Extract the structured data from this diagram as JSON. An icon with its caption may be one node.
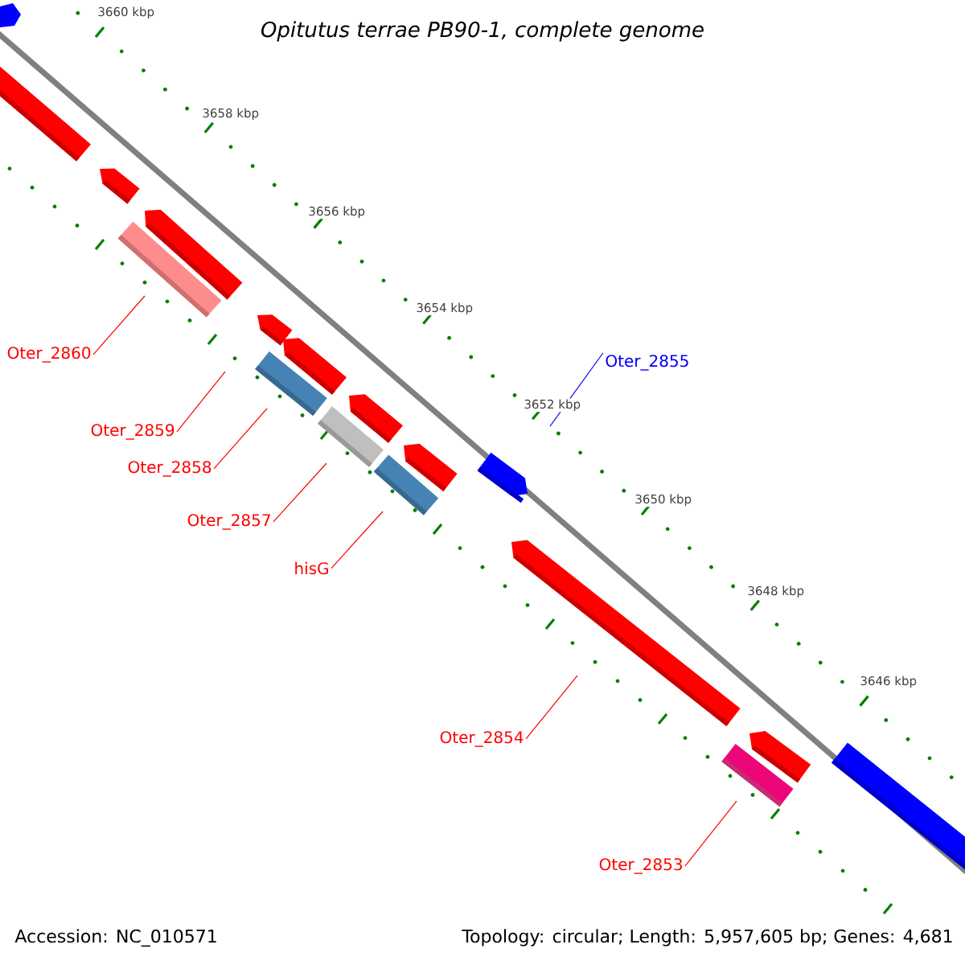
{
  "diagram": {
    "title": "Opitutus terrae PB90-1, complete genome",
    "nodes": [
      {
        "text": [
          "Oter_2860"
        ]
      },
      {
        "text": [
          "Oter_2855"
        ]
      },
      {
        "text": [
          "Oter_2859"
        ]
      },
      {
        "text": [
          "Oter_2858"
        ]
      },
      {
        "text": [
          "Oter_2857"
        ]
      },
      {
        "text": [
          "hisG"
        ]
      },
      {
        "text": [
          "Oter_2854"
        ]
      },
      {
        "text": [
          "Oter_2853"
        ]
      }
    ],
    "edges": [
      {
        "from": 0,
        "to": null,
        "arrow": "none"
      },
      {
        "from": 1,
        "to": null,
        "arrow": "none",
        "color": "#0000ff"
      },
      {
        "from": 2,
        "to": null,
        "arrow": "none"
      },
      {
        "from": 3,
        "to": null,
        "arrow": "none"
      },
      {
        "from": 4,
        "to": null,
        "arrow": "none"
      },
      {
        "from": 5,
        "to": null,
        "arrow": "none"
      },
      {
        "from": 6,
        "to": null,
        "arrow": "none"
      },
      {
        "from": 7,
        "to": null,
        "arrow": "none"
      }
    ],
    "labels": [
      "3660 kbp",
      "3658 kbp",
      "3656 kbp",
      "3654 kbp",
      "3652 kbp",
      "3650 kbp",
      "3648 kbp",
      "3646 kbp",
      "Accession: NC_010571",
      "Topology: circular; Length: 5,957,605 bp; Genes: 4,681"
    ]
  }
}
